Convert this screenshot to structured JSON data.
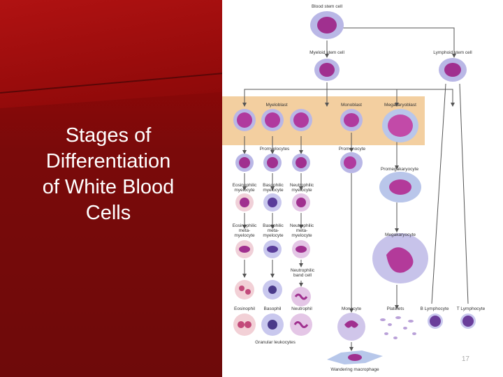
{
  "slide": {
    "title_lines": [
      "Stages of",
      "Differentiation",
      "of White Blood",
      "Cells"
    ],
    "page_number": "17"
  },
  "diagram": {
    "labels": {
      "blood_stem_cell": "Blood stem cell",
      "myeloid_stem_cell": "Myeloid stem cell",
      "lymphoid_stem_cell": "Lymphoid stem cell",
      "myeloblast": "Myeloblast",
      "monoblast": "Monoblast",
      "megakaryoblast": "Megakaryoblast",
      "promyelocytes": "Promyelocytes",
      "promonocyte": "Promonocyte",
      "promegakaryocyte": "Promegakaryocyte",
      "eosinophilic_myelocyte": "Eosinophilic\nmyelocyte",
      "basophilic_myelocyte": "Basophilic\nmyelocyte",
      "neutrophilic_myelocyte": "Neutrophilic\nmyelocyte",
      "eosinophilic_metamyelocyte": "Eosinophilic\nmeta-\nmyelocyte",
      "basophilic_metamyelocyte": "Basophilic\nmeta-\nmyelocyte",
      "neutrophilic_metamyelocyte": "Neutrophilic\nmeta-\nmyelocyte",
      "megakaryocyte": "Megakaryocyte",
      "neutrophilic_band_cell": "Neutrophilic\nband cell",
      "eosinophil": "Eosinophil",
      "basophil": "Basophil",
      "neutrophil": "Neutrophil",
      "monocyte": "Monocyte",
      "platelets": "Platelets",
      "b_lymphocyte": "B Lymphocyte",
      "t_lymphocyte": "T Lymphocyte",
      "granular_leukocytes": "Granular leukocytes",
      "wandering_macrophage": "Wandering macrophage"
    }
  },
  "colors": {
    "slide_background": "#7c0b0b",
    "title_text": "#ffffff",
    "band": "#f3cfa0",
    "cell_nucleus": "#a0308f",
    "cell_cytoplasm": "#b9b7e6"
  }
}
